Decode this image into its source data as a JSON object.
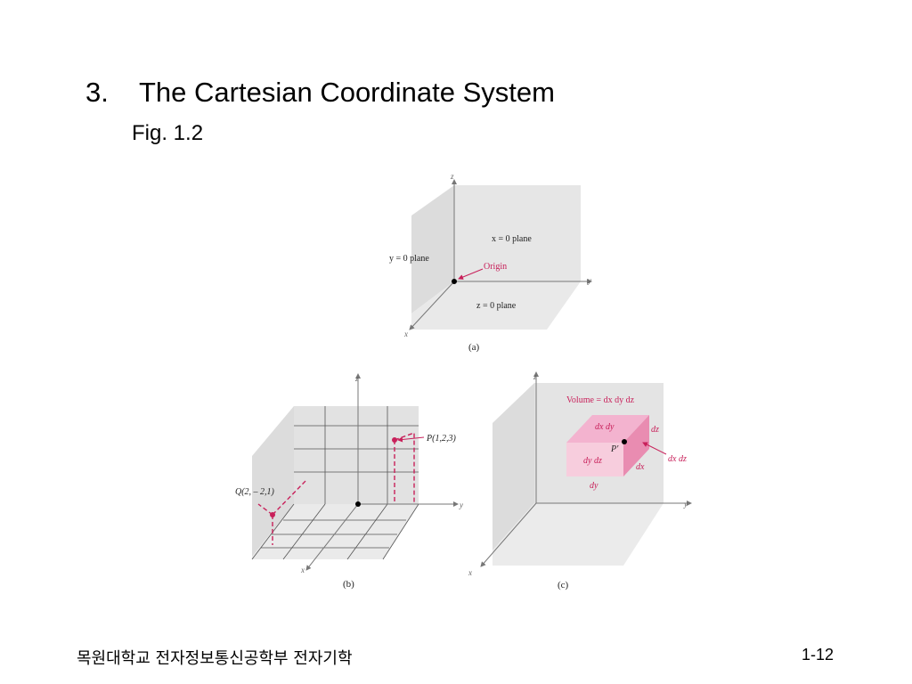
{
  "slide": {
    "number": "3.",
    "title": "The Cartesian Coordinate System",
    "subtitle": "Fig. 1.2",
    "footer_left": "목원대학교 전자정보통신공학부 전자기학",
    "footer_right": "1-12"
  },
  "figure": {
    "a": {
      "caption": "(a)",
      "x_plane": "x = 0 plane",
      "y_plane": "y = 0 plane",
      "z_plane": "z = 0 plane",
      "origin": "Origin",
      "axis_x": "x",
      "axis_y": "y",
      "axis_z": "z"
    },
    "b": {
      "caption": "(b)",
      "point_p": "P(1,2,3)",
      "point_q": "Q(2, – 2,1)",
      "axis_x": "x",
      "axis_y": "y",
      "axis_z": "z"
    },
    "c": {
      "caption": "(c)",
      "volume": "Volume = dx dy dz",
      "dx_dy": "dx dy",
      "dy_dz": "dy dz",
      "dx_dz": "dx dz",
      "dx": "dx",
      "dy": "dy",
      "dz": "dz",
      "point": "P′",
      "axis_x": "x",
      "axis_y": "y",
      "axis_z": "z"
    }
  },
  "colors": {
    "plane": "#e4e4e4",
    "plane_dark": "#d6d6d6",
    "accent": "#c8205a",
    "box_top": "#f3b3cf",
    "box_front": "#f7cddd",
    "box_side": "#e98cb1"
  }
}
